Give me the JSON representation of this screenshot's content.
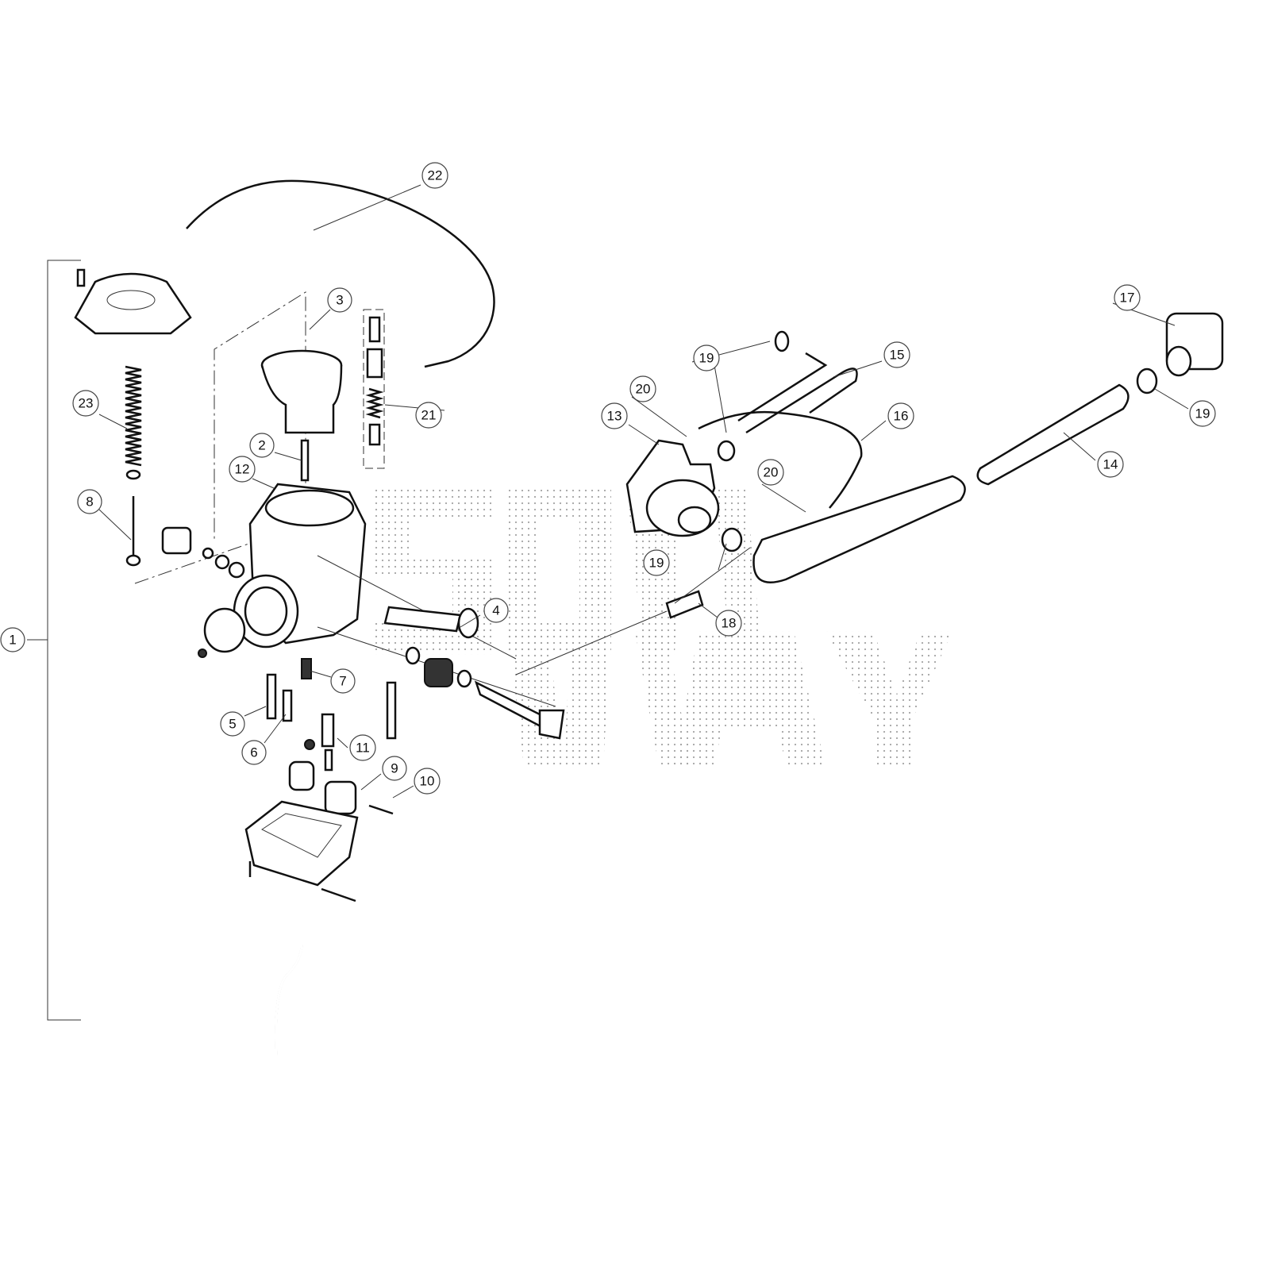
{
  "diagram": {
    "type": "exploded parts diagram",
    "callouts": {
      "c1": "1",
      "c2": "2",
      "c3": "3",
      "c4": "4",
      "c5": "5",
      "c6": "6",
      "c7": "7",
      "c8": "8",
      "c9": "9",
      "c10": "10",
      "c11": "11",
      "c12": "12",
      "c13": "13",
      "c14": "14",
      "c15": "15",
      "c16": "16",
      "c17": "17",
      "c18": "18",
      "c19": "19",
      "c20": "20",
      "c21": "21",
      "c22": "22",
      "c23": "23"
    },
    "colors": {
      "line": "#111111",
      "watermark": "#9a9a9a",
      "background": "#ffffff"
    }
  }
}
